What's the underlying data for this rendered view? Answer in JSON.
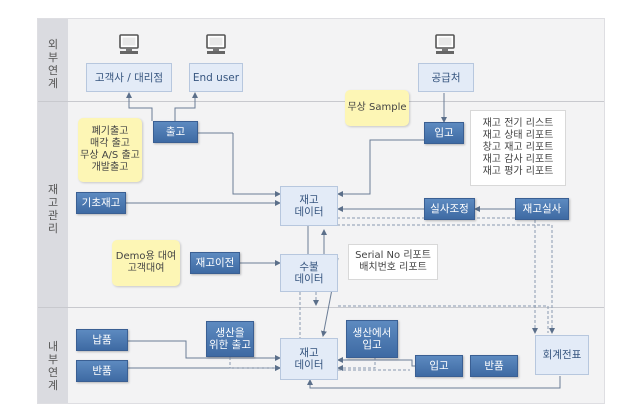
{
  "sections": {
    "external": "외부연계",
    "inventory": "재고관리",
    "internal": "내부연계"
  },
  "external": {
    "customer": "고객사 / 대리점",
    "end_user": "End user",
    "supplier": "공급처"
  },
  "inventory": {
    "shipment": "출고",
    "shipment_note": "폐기출고\n매각 출고\n무상 A/S 출고\n개발출고",
    "sample_note": "무상 Sample",
    "receipt": "입고",
    "receipt_reports": "재고 전기 리스트\n재고 상태 리포트\n창고 재고 리포트\n재고 감사 리포트\n재고 평가 리포트",
    "initial_stock": "기초재고",
    "stock_data": "재고\n데이터",
    "physical_adjust": "실사조정",
    "physical_count": "재고실사",
    "demo_note": "Demo용 대여\n고객대여",
    "stock_transfer": "재고이전",
    "inout_data": "수불\n데이터",
    "serial_reports": "Serial No 리포트\n배치번호 리포트"
  },
  "internal": {
    "delivery": "납품",
    "return_left": "반품",
    "prod_issue": "생산을\n위한 출고",
    "stock_data": "재고\n데이터",
    "prod_receipt": "생산에서\n입고",
    "receipt": "입고",
    "return_right": "반품",
    "accounting": "회계전표"
  },
  "colors": {
    "box_blue": "#4a78b2",
    "box_pale": "#e3ebf7",
    "note_yellow": "#fdf6b5",
    "line": "#5b6f8a"
  }
}
